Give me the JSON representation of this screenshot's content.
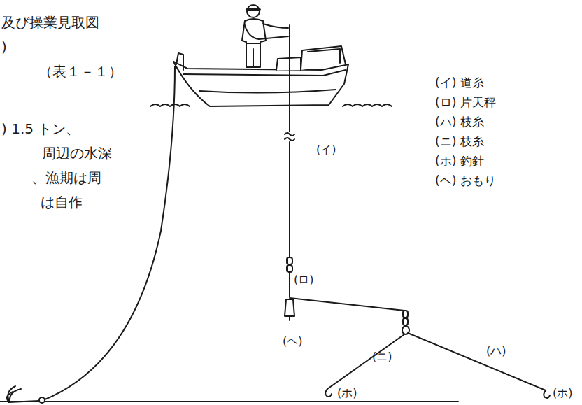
{
  "diagram": {
    "labels": [
      "及び操業見取図",
      ")",
      "（表１－１）",
      ") 1.5 トン、",
      "周辺の水深",
      "、漁期は周",
      "は自作",
      "(イ)",
      "(ロ)",
      "(ヘ)",
      "(ニ)",
      "(ホ)",
      "(ハ)",
      "(ホ)",
      "(イ) 道糸",
      "(ロ) 片天秤",
      "(ハ) 枝糸",
      "(ニ) 枝糸",
      "(ホ) 釣針",
      "(ヘ) おもり"
    ]
  }
}
